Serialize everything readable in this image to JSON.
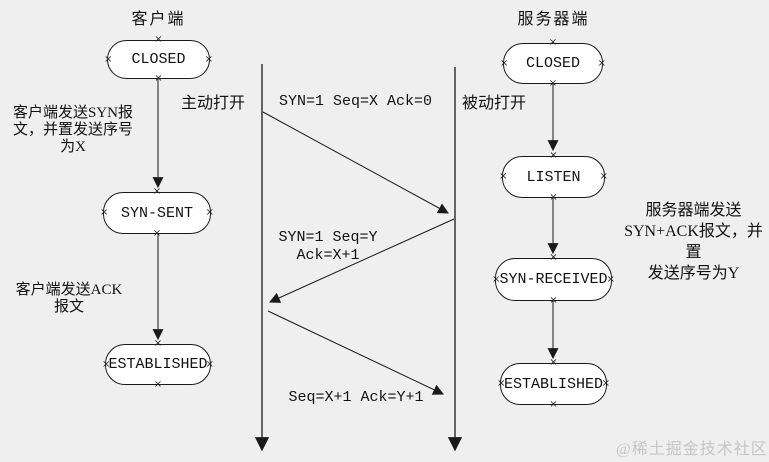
{
  "colors": {
    "background": "#efefef",
    "stroke": "#1a1a1a",
    "state_fill": "#ffffff",
    "watermark_text": "#c6c6c6"
  },
  "client": {
    "title": "客户端",
    "states": [
      "CLOSED",
      "SYN-SENT",
      "ESTABLISHED"
    ],
    "open_label": "主动打开",
    "syn_note_lines": [
      "客户端发送SYN报",
      "文，并置发送序号",
      "为X"
    ],
    "ack_note_lines": [
      "客户端发送ACK",
      "报文"
    ]
  },
  "server": {
    "title": "服务器端",
    "states": [
      "CLOSED",
      "LISTEN",
      "SYN-RECEIVED",
      "ESTABLISHED"
    ],
    "open_label": "被动打开",
    "synack_note_lines": [
      "服务器端发送",
      "SYN+ACK报文，并置",
      "发送序号为Y"
    ]
  },
  "messages": {
    "syn": "SYN=1 Seq=X Ack=0",
    "synack_lines": [
      "SYN=1 Seq=Y",
      "Ack=X+1"
    ],
    "ack": "Seq=X+1 Ack=Y+1"
  },
  "watermark": "@稀土掘金技术社区"
}
